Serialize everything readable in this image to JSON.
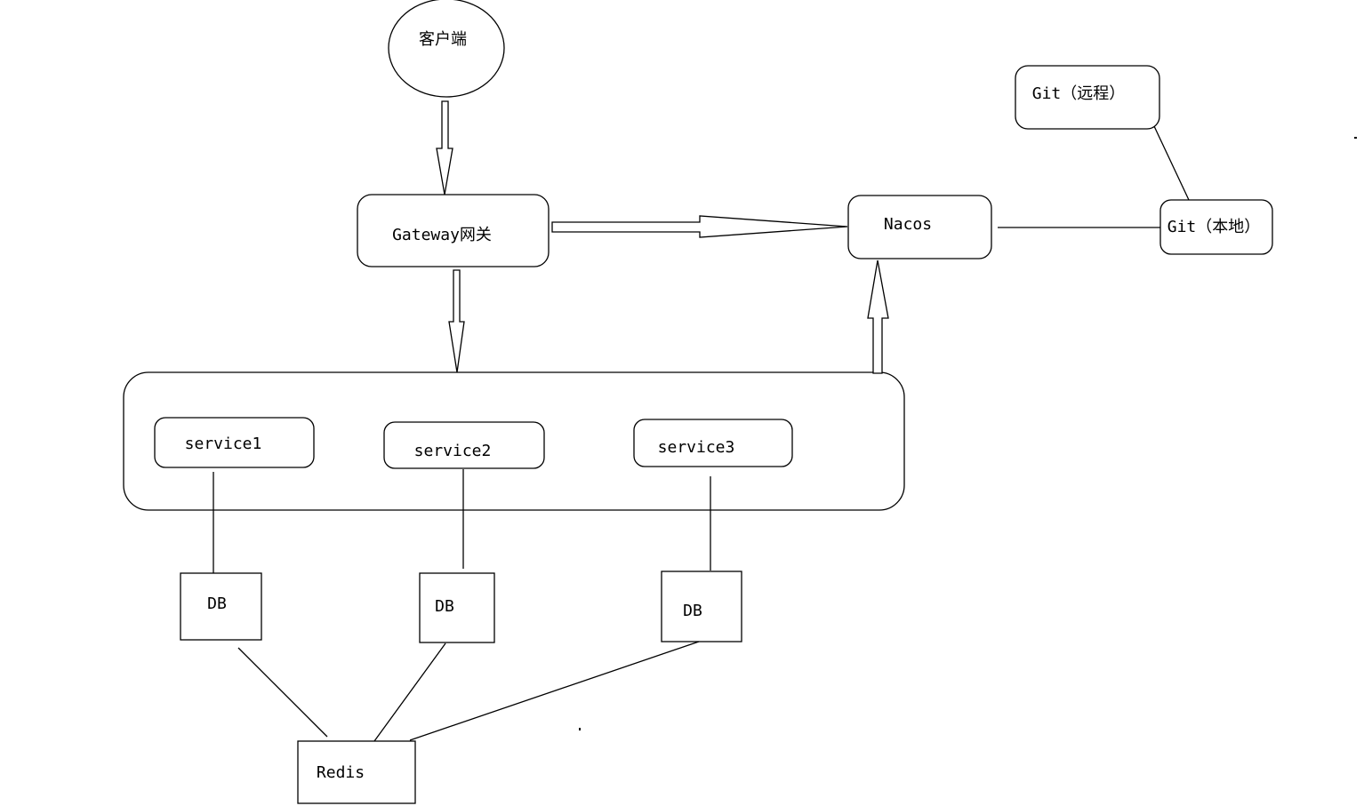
{
  "nodes": {
    "client": "客户端",
    "gateway": "Gateway网关",
    "nacos": "Nacos",
    "git_remote": "Git（远程）",
    "git_local": "Git（本地）",
    "service1": "service1",
    "service2": "service2",
    "service3": "service3",
    "db1": "DB",
    "db2": "DB",
    "db3": "DB",
    "redis": "Redis"
  }
}
